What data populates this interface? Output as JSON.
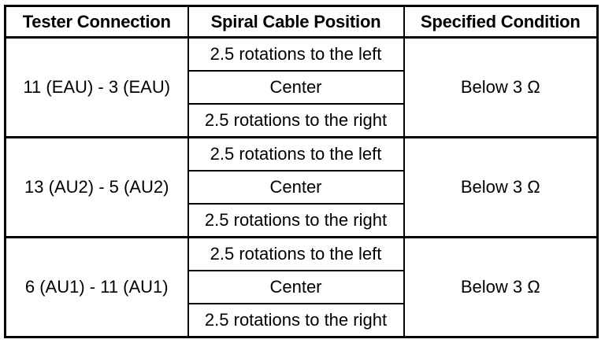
{
  "headers": {
    "tester_connection": "Tester Connection",
    "spiral_cable_position": "Spiral Cable Position",
    "specified_condition": "Specified Condition"
  },
  "groups": [
    {
      "tester_connection": "11 (EAU) - 3 (EAU)",
      "positions": [
        "2.5 rotations to the left",
        "Center",
        "2.5 rotations to the right"
      ],
      "specified_condition": "Below 3 Ω"
    },
    {
      "tester_connection": "13 (AU2) - 5 (AU2)",
      "positions": [
        "2.5 rotations to the left",
        "Center",
        "2.5 rotations to the right"
      ],
      "specified_condition": "Below 3 Ω"
    },
    {
      "tester_connection": "6 (AU1) - 11 (AU1)",
      "positions": [
        "2.5 rotations to the left",
        "Center",
        "2.5 rotations to the right"
      ],
      "specified_condition": "Below 3 Ω"
    }
  ]
}
